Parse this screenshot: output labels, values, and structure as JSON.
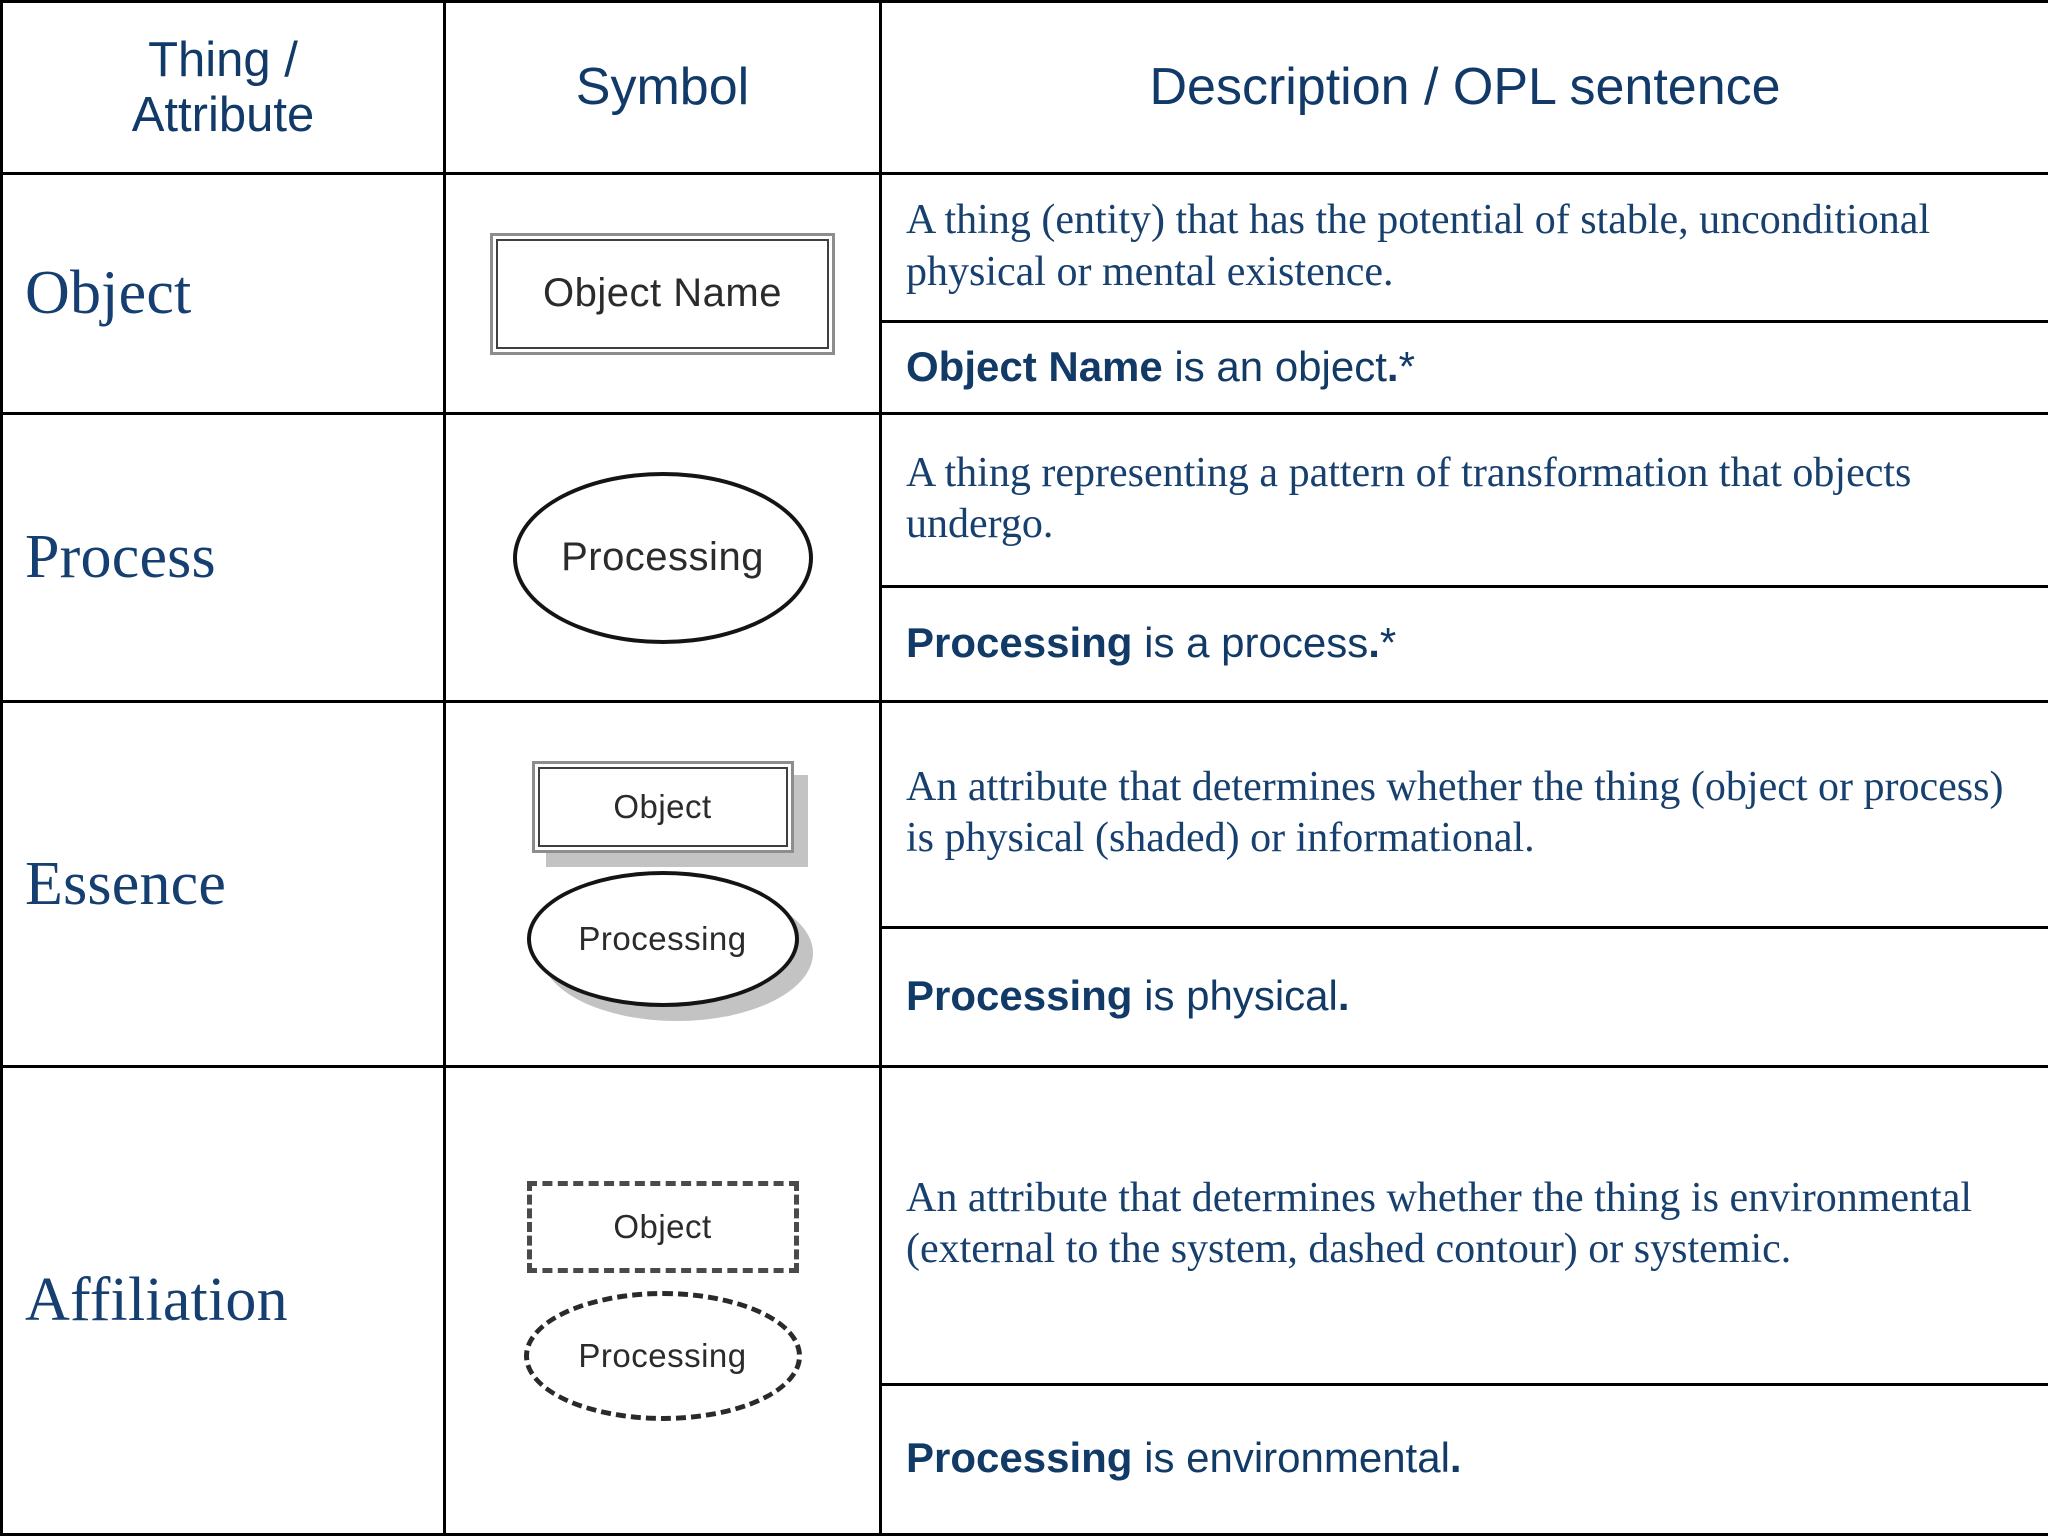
{
  "header": {
    "col1": "Thing /\nAttribute",
    "col1_line1": "Thing /",
    "col1_line2": "Attribute",
    "col2": "Symbol",
    "col3": "Description / OPL sentence"
  },
  "colors": {
    "text_navy": "#123a67",
    "symbol_outline": "#141414",
    "symbol_shadow": "#c3c3c3",
    "grid_line": "#000000",
    "background": "#ffffff"
  },
  "rows": [
    {
      "label": "Object",
      "symbols": [
        {
          "kind": "rectangle",
          "style": "solid",
          "shadow": false,
          "text": "Object Name"
        }
      ],
      "description": "A thing (entity) that has the potential of stable, unconditional physical or mental existence.",
      "opl": {
        "subject": "Object Name",
        "predicate": " is an object",
        "terminator": ".",
        "note": "*"
      }
    },
    {
      "label": "Process",
      "symbols": [
        {
          "kind": "ellipse",
          "style": "solid",
          "shadow": false,
          "text": "Processing"
        }
      ],
      "description": "A thing representing a pattern of transformation that objects undergo.",
      "opl": {
        "subject": "Processing",
        "predicate": " is a process",
        "terminator": ".",
        "note": "*"
      }
    },
    {
      "label": "Essence",
      "symbols": [
        {
          "kind": "rectangle",
          "style": "solid",
          "shadow": true,
          "text": "Object"
        },
        {
          "kind": "ellipse",
          "style": "solid",
          "shadow": true,
          "text": "Processing"
        }
      ],
      "description": "An attribute that determines whether the thing (object or process) is physical (shaded) or informational.",
      "opl": {
        "subject": "Processing",
        "predicate": " is physical",
        "terminator": ".",
        "note": ""
      }
    },
    {
      "label": "Affiliation",
      "symbols": [
        {
          "kind": "rectangle",
          "style": "dashed",
          "shadow": false,
          "text": "Object"
        },
        {
          "kind": "ellipse",
          "style": "dashed",
          "shadow": false,
          "text": "Processing"
        }
      ],
      "description": "An attribute that determines whether the thing is environmental (external to the system, dashed contour) or systemic.",
      "opl": {
        "subject": "Processing",
        "predicate": " is environmental",
        "terminator": ".",
        "note": ""
      }
    }
  ]
}
